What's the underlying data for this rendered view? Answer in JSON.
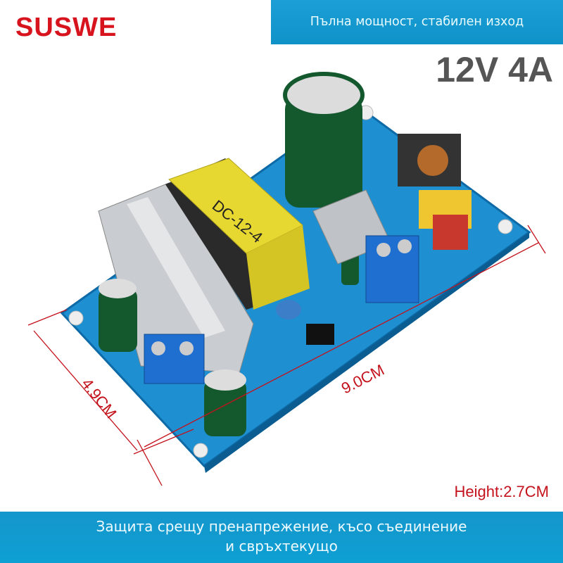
{
  "brand": "SUSWE",
  "top_banner": "Пълна мощност, стабилен изход",
  "spec": "12V 4A",
  "dimensions": {
    "width": "4.9CM",
    "length": "9.0CM",
    "height": "Height:2.7CM"
  },
  "bottom_banner": {
    "line1": "Защита срещу пренапрежение, късо съединение",
    "line2": "и свръхтекущо"
  },
  "board_label": "DC-12-4",
  "colors": {
    "brand": "#d7141e",
    "banner": "#1596cc",
    "pcb": "#1e8fd0",
    "dimension": "#c4121c"
  }
}
